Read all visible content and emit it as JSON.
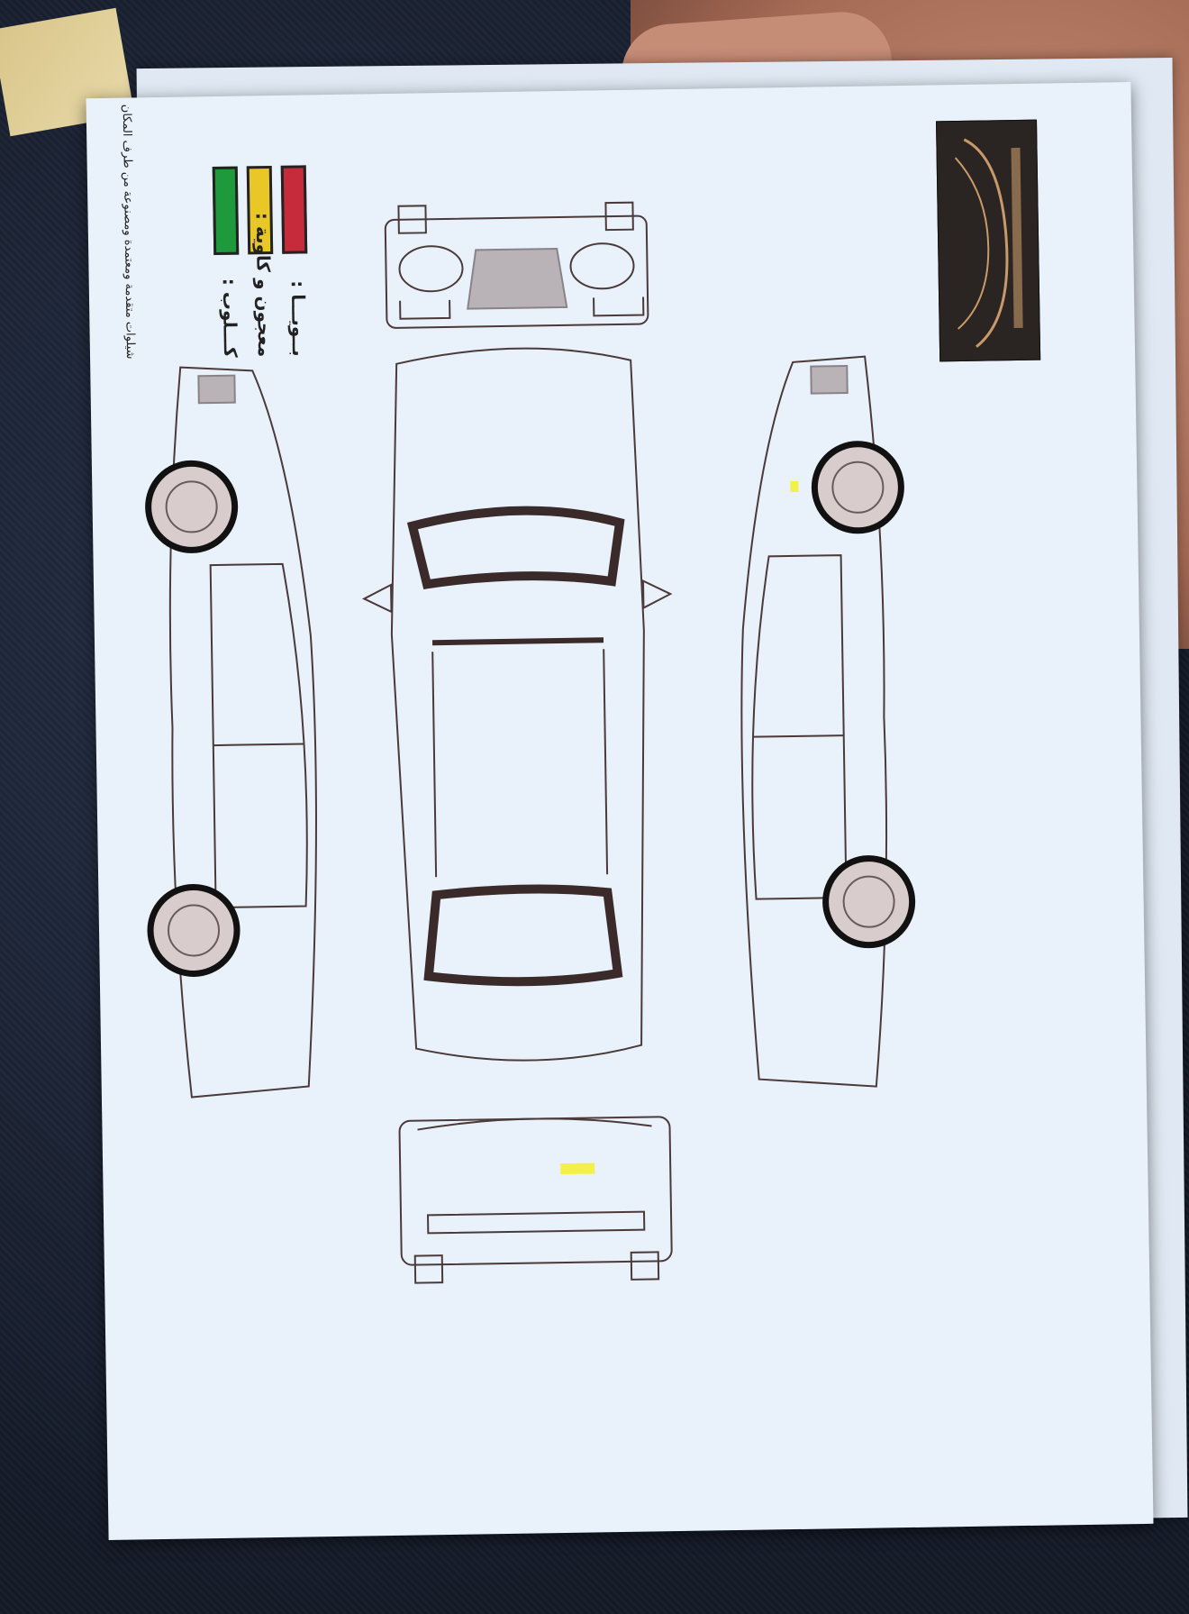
{
  "legend": [
    {
      "color": "#c62b3b",
      "label": "بــويـــا :"
    },
    {
      "color": "#e8c726",
      "label": "معجون و كاوية :"
    },
    {
      "color": "#1e9a3c",
      "label": "كـــلوب :"
    }
  ],
  "note_text": "شيلوات متقدمة ومعتمدة ومصنوعة من طرف المكان",
  "marker_color": "#f4f04a"
}
